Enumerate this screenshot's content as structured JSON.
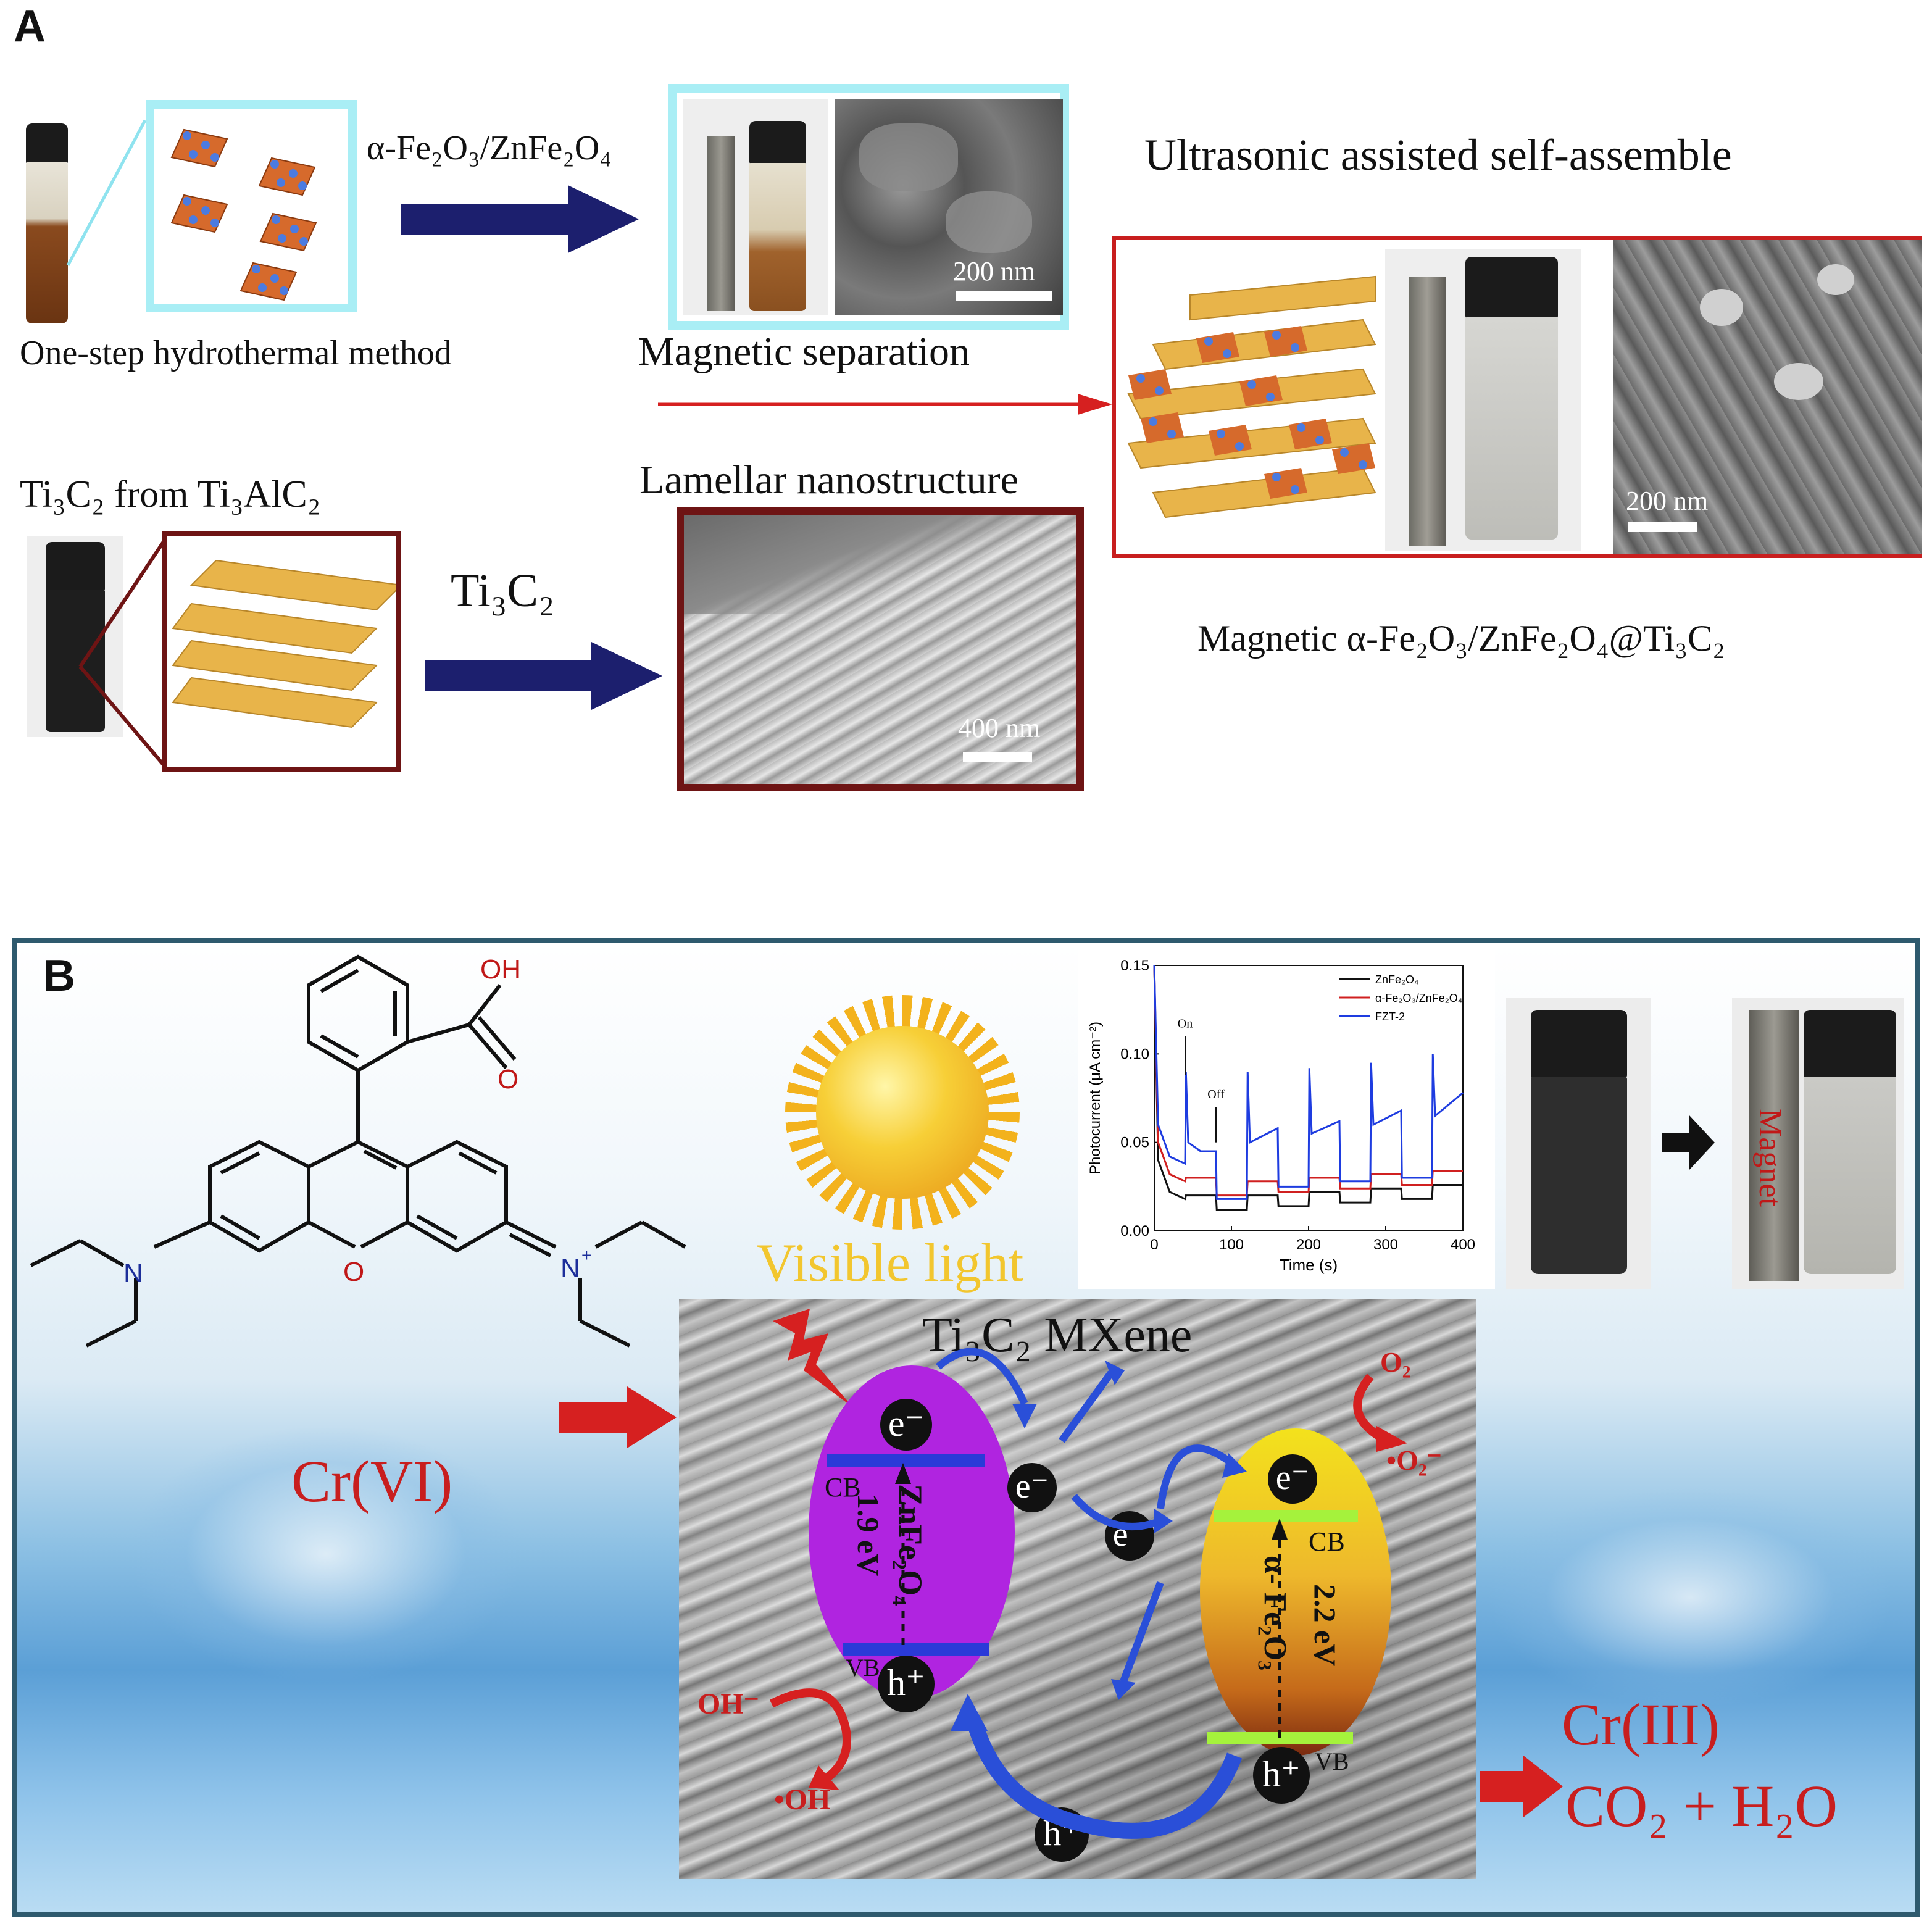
{
  "panelA": {
    "letter": "A",
    "label_fe_zn": "α-Fe₂O₃/ZnFe₂O₄",
    "label_one_step": "One-step hydrothermal method",
    "label_magnetic_separation": "Magnetic separation",
    "label_ultrasonic": "Ultrasonic assisted self-assemble",
    "label_ti3c2_from": "Ti₃C₂ from Ti₃AlC₂",
    "label_ti3c2": "Ti₃C₂",
    "label_lamellar": "Lamellar nanostructure",
    "label_product": "Magnetic α-Fe₂O₃/ZnFe₂O₄@Ti₃C₂",
    "scale_200nm_1": "200 nm",
    "scale_200nm_2": "200 nm",
    "scale_400nm": "400 nm"
  },
  "panelB": {
    "letter": "B",
    "molecule_oh": "OH",
    "molecule_o": "O",
    "molecule_o_ring": "O",
    "molecule_n_left": "N",
    "molecule_n_right": "N",
    "molecule_plus": "+",
    "visible_light": "Visible light",
    "mxene": "Ti₃C₂ MXene",
    "cr6": "Cr(VI)",
    "cr3": "Cr(III)",
    "co2_h2o": "CO₂ + H₂O",
    "o2": "O₂",
    "o2_radical": "•O₂⁻",
    "oh_minus": "OH⁻",
    "oh_radical": "•OH",
    "magnet": "Magnet",
    "zn": {
      "name": "ZnFe₂O₄",
      "gap": "1.9 eV",
      "cb": "CB",
      "vb": "VB",
      "e": "e⁻",
      "h": "h⁺"
    },
    "fe": {
      "name": "α- Fe₂O₃",
      "gap": "2.2 eV",
      "cb": "CB",
      "vb": "VB",
      "e": "e⁻",
      "h": "h⁺"
    },
    "e_mid1": "e⁻",
    "e_mid2": "e⁻",
    "h_bottom": "h⁺",
    "colors": {
      "zn": "#b024e0",
      "fe_top": "#f0d81a",
      "fe_bottom": "#b8491a",
      "red": "#d62020",
      "blue": "#2a4fd8",
      "green": "#a5f23c",
      "navy": "#1c1f6e"
    }
  },
  "chart_data": {
    "type": "line",
    "xlabel": "Time (s)",
    "ylabel": "Photocurrent (μA cm⁻²)",
    "xlim": [
      0,
      400
    ],
    "ylim": [
      0,
      0.15
    ],
    "xticks": [
      "0",
      "100",
      "200",
      "300",
      "400"
    ],
    "yticks": [
      "0.00",
      "0.05",
      "0.10",
      "0.15"
    ],
    "annotations": [
      "On",
      "Off"
    ],
    "legend_position": "top-right",
    "series": [
      {
        "name": "ZnFe₂O₄",
        "color": "#111111",
        "x": [
          0,
          5,
          20,
          40,
          41,
          60,
          80,
          81,
          120,
          121,
          160,
          161,
          200,
          201,
          240,
          241,
          280,
          281,
          320,
          321,
          360,
          361,
          400
        ],
        "y": [
          0.15,
          0.04,
          0.022,
          0.018,
          0.02,
          0.02,
          0.02,
          0.012,
          0.012,
          0.02,
          0.02,
          0.014,
          0.014,
          0.022,
          0.022,
          0.016,
          0.016,
          0.024,
          0.024,
          0.018,
          0.018,
          0.026,
          0.026
        ]
      },
      {
        "name": "α-Fe₂O₃/ZnFe₂O₄",
        "color": "#d02020",
        "x": [
          0,
          5,
          20,
          40,
          41,
          60,
          80,
          81,
          120,
          121,
          160,
          161,
          200,
          201,
          240,
          241,
          280,
          281,
          320,
          321,
          360,
          361,
          400
        ],
        "y": [
          0.15,
          0.05,
          0.032,
          0.028,
          0.03,
          0.03,
          0.03,
          0.02,
          0.02,
          0.028,
          0.028,
          0.022,
          0.022,
          0.03,
          0.03,
          0.024,
          0.024,
          0.032,
          0.032,
          0.026,
          0.026,
          0.034,
          0.034
        ]
      },
      {
        "name": "FZT-2",
        "color": "#1e3ce0",
        "x": [
          0,
          5,
          20,
          40,
          41,
          44,
          60,
          80,
          81,
          120,
          121,
          124,
          160,
          161,
          200,
          201,
          204,
          240,
          241,
          280,
          281,
          284,
          320,
          321,
          360,
          361,
          364,
          400
        ],
        "y": [
          0.15,
          0.06,
          0.042,
          0.038,
          0.09,
          0.05,
          0.045,
          0.045,
          0.018,
          0.018,
          0.09,
          0.05,
          0.058,
          0.025,
          0.025,
          0.092,
          0.055,
          0.062,
          0.028,
          0.028,
          0.095,
          0.06,
          0.068,
          0.03,
          0.03,
          0.1,
          0.065,
          0.078
        ]
      }
    ]
  }
}
